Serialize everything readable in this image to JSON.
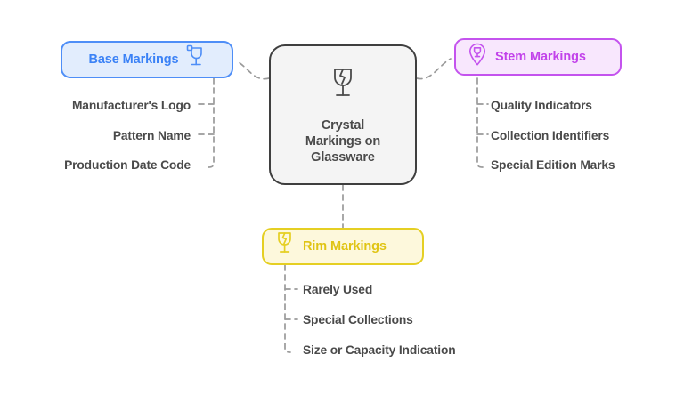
{
  "diagram": {
    "type": "mind-map",
    "background": "#ffffff",
    "connector_color": "#9a9a9a",
    "center": {
      "label": "Crystal Markings on Glassware",
      "label_lines": [
        "Crystal",
        "Markings on",
        "Glassware"
      ],
      "icon": "broken-wine-glass-icon",
      "fill": "#f4f4f4",
      "border": "#3f3f3f",
      "text_color": "#4a4a4a"
    },
    "branches": [
      {
        "id": "base",
        "label": "Base Markings",
        "icon": "wine-glass-tag-icon",
        "position": "left",
        "fill": "#e2edfd",
        "border": "#4e8ef7",
        "text_color": "#3b82f6",
        "children": [
          "Manufacturer's Logo",
          "Pattern Name",
          "Production Date Code"
        ]
      },
      {
        "id": "stem",
        "label": "Stem Markings",
        "icon": "map-pin-wine-glass-icon",
        "position": "right",
        "fill": "#f8e7fd",
        "border": "#c453ee",
        "text_color": "#c242ea",
        "children": [
          "Quality Indicators",
          "Collection Identifiers",
          "Special Edition Marks"
        ]
      },
      {
        "id": "rim",
        "label": "Rim Markings",
        "icon": "cracked-wine-glass-icon",
        "position": "bottom",
        "fill": "#fdf8dc",
        "border": "#e5cf23",
        "text_color": "#e0c414",
        "children": [
          "Rarely Used",
          "Special Collections",
          "Size or Capacity Indication"
        ]
      }
    ],
    "leaf_text_color": "#4a4a4a"
  }
}
